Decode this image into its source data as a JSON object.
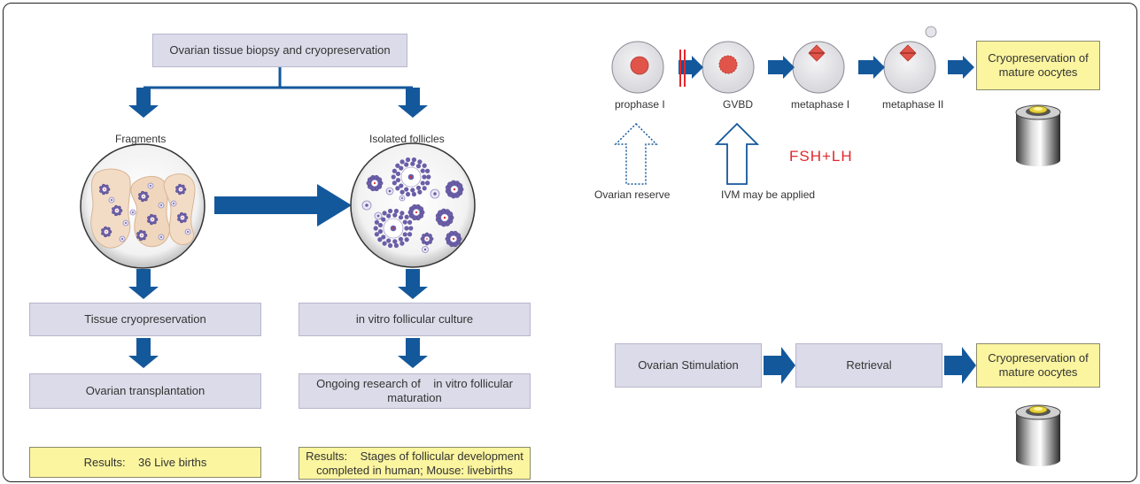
{
  "left": {
    "top_box": "Ovarian tissue biopsy and cryopreservation",
    "fragments_label": "Fragments",
    "isolated_label": "Isolated follicles",
    "tissue_cryo": "Tissue cryopreservation",
    "ivfc": "in vitro follicular culture",
    "ovarian_transplant": "Ovarian transplantation",
    "ongoing_line1": "Ongoing research of    in vitro follicular",
    "ongoing_line2": "maturation",
    "results_left": "Results:    36 Live births",
    "results_right_line1": "Results:    Stages of follicular development",
    "results_right_line2": "completed in human; Mouse: livebirths"
  },
  "right_top": {
    "stages": [
      "prophase I",
      "GVBD",
      "metaphase I",
      "metaphase II"
    ],
    "cryo_line1": "Cryopreservation of",
    "cryo_line2": "mature oocytes",
    "hormone": "FSH+LH",
    "reserve_label": "Ovarian reserve",
    "ivm_label": "IVM may be applied"
  },
  "right_bottom": {
    "stimulation": "Ovarian Stimulation",
    "retrieval": "Retrieval",
    "cryo_line1": "Cryopreservation of",
    "cryo_line2": "mature oocytes"
  },
  "colors": {
    "arrow_blue": "#14589c",
    "box_purple": "#dcdbe9",
    "box_yellow": "#fbf5a0",
    "hormone_red": "#e0282c",
    "nucleus_red": "#e0544a"
  }
}
